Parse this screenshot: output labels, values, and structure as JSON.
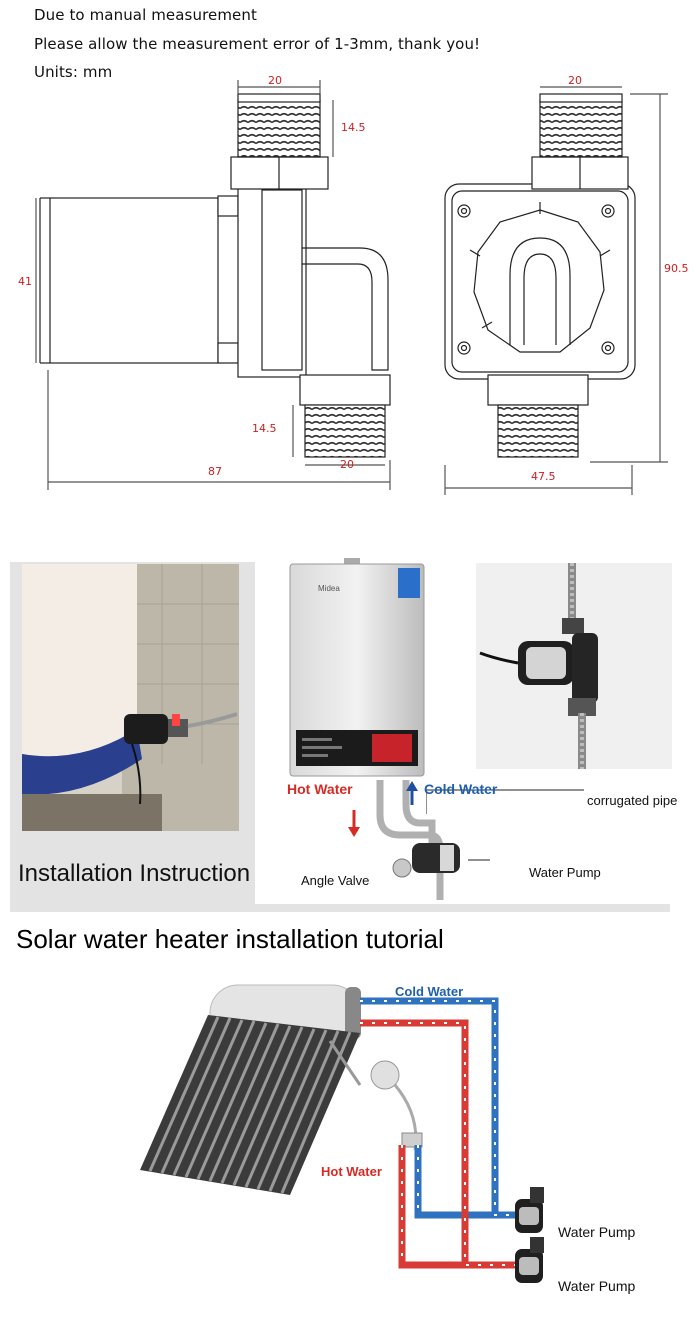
{
  "notes": {
    "line1": "Due to manual measurement",
    "line2": "Please allow the measurement error of 1-3mm, thank you!",
    "line3": "Units: mm"
  },
  "dimensions": {
    "side_top_width": "20",
    "side_top_thread": "14.5",
    "side_height": "41",
    "side_bottom_thread": "14.5",
    "side_bottom_width": "20",
    "side_total_length": "87",
    "front_top_width": "20",
    "front_height": "90.5",
    "front_width": "47.5"
  },
  "installation": {
    "hot_water": "Hot Water",
    "cold_water": "Cold Water",
    "corrugated_pipe": "corrugated pipe",
    "angle_valve": "Angle Valve",
    "water_pump": "Water Pump",
    "title": "Installation Instruction",
    "brand": "Midea"
  },
  "solar": {
    "title": "Solar water heater installation tutorial",
    "cold_water": "Cold Water",
    "hot_water": "Hot Water",
    "pump1": "Water Pump",
    "pump2": "Water Pump"
  }
}
